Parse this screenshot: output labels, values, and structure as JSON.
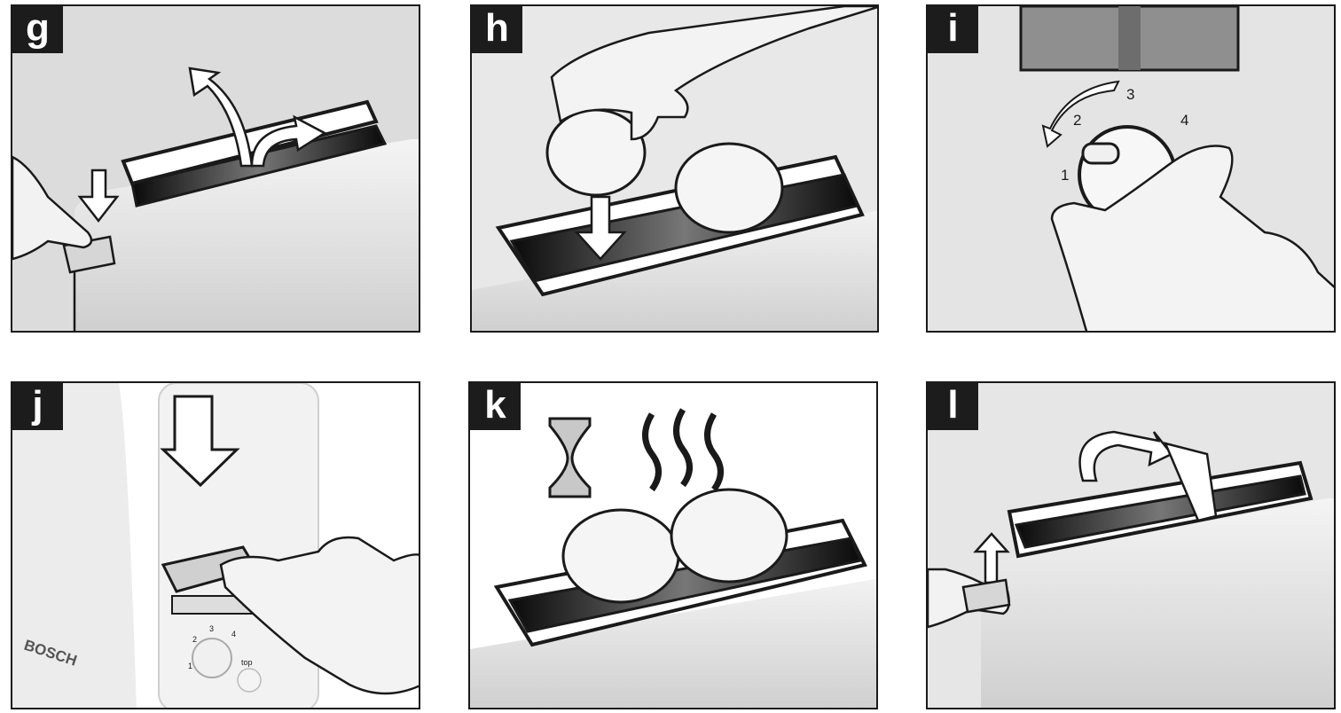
{
  "panels": [
    {
      "id": "g",
      "label": "g"
    },
    {
      "id": "h",
      "label": "h"
    },
    {
      "id": "i",
      "label": "i",
      "dial": [
        "1",
        "2",
        "3",
        "4"
      ]
    },
    {
      "id": "j",
      "label": "j",
      "brand": "BOSCH",
      "dial": [
        "1",
        "2",
        "3",
        "4"
      ],
      "stop": "top"
    },
    {
      "id": "k",
      "label": "k"
    },
    {
      "id": "l",
      "label": "l"
    }
  ],
  "colors": {
    "frame": "#1a1a1a",
    "toaster": "#e3e3e3",
    "slot": "#111111",
    "label_bg": "#1c1c1c"
  }
}
